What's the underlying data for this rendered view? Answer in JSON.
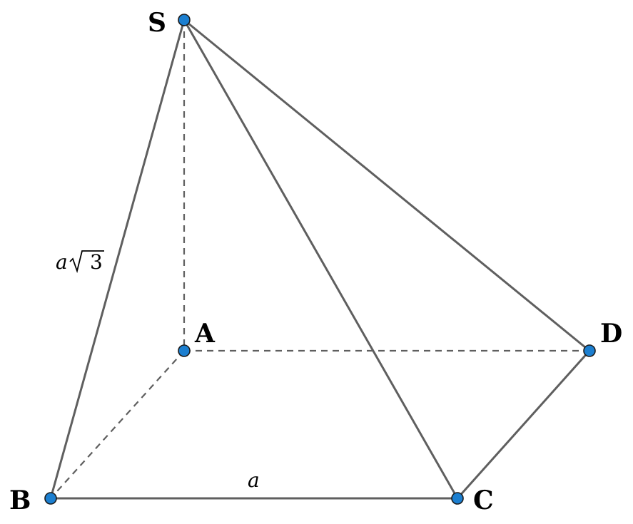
{
  "diagram": {
    "type": "pyramid",
    "vertices": [
      {
        "id": "S",
        "label": "S"
      },
      {
        "id": "A",
        "label": "A"
      },
      {
        "id": "B",
        "label": "B"
      },
      {
        "id": "C",
        "label": "C"
      },
      {
        "id": "D",
        "label": "D"
      }
    ],
    "edges": [
      {
        "from": "S",
        "to": "B",
        "style": "solid"
      },
      {
        "from": "S",
        "to": "C",
        "style": "solid"
      },
      {
        "from": "S",
        "to": "D",
        "style": "solid"
      },
      {
        "from": "B",
        "to": "C",
        "style": "solid"
      },
      {
        "from": "C",
        "to": "D",
        "style": "solid"
      },
      {
        "from": "S",
        "to": "A",
        "style": "dashed"
      },
      {
        "from": "A",
        "to": "B",
        "style": "dashed"
      },
      {
        "from": "A",
        "to": "D",
        "style": "dashed"
      }
    ],
    "edge_labels": {
      "SB": {
        "var": "a",
        "sqrt": "3"
      },
      "BC": {
        "var": "a"
      }
    },
    "colors": {
      "vertex_fill": "#1c7fd0",
      "edge": "#5f5f5f"
    }
  }
}
